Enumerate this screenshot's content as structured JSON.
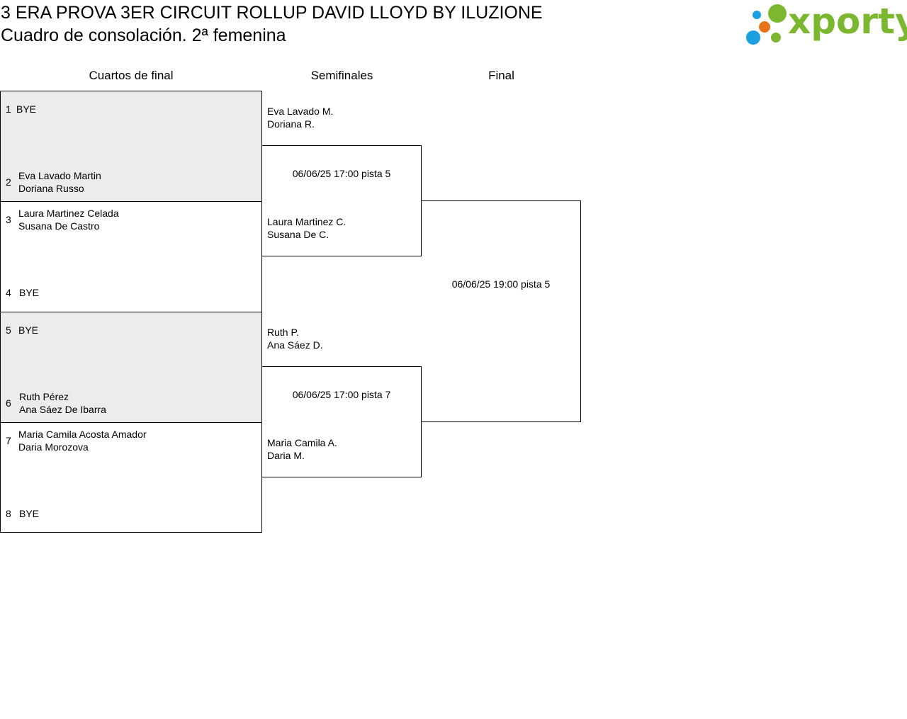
{
  "header": {
    "title": "3 ERA PROVA 3ER CIRCUIT ROLLUP DAVID LLOYD BY ILUZIONE",
    "subtitle": "Cuadro de consolación. 2ª femenina",
    "logo_text": "xporty"
  },
  "rounds": {
    "quarterfinals": "Cuartos de final",
    "semifinals": "Semifinales",
    "final": "Final"
  },
  "quarterfinals": [
    {
      "seed": "1",
      "player1": "BYE",
      "player2": ""
    },
    {
      "seed": "2",
      "player1": "Eva Lavado Martin",
      "player2": "Doriana Russo"
    },
    {
      "seed": "3",
      "player1": "Laura Martinez Celada",
      "player2": "Susana De Castro"
    },
    {
      "seed": "4",
      "player1": "BYE",
      "player2": ""
    },
    {
      "seed": "5",
      "player1": "BYE",
      "player2": ""
    },
    {
      "seed": "6",
      "player1": "Ruth Pérez",
      "player2": "Ana Sáez De Ibarra"
    },
    {
      "seed": "7",
      "player1": "Maria Camila Acosta Amador",
      "player2": "Daria Morozova"
    },
    {
      "seed": "8",
      "player1": "BYE",
      "player2": ""
    }
  ],
  "semifinals": [
    {
      "player1": "Eva Lavado M.",
      "player2": "Doriana R."
    },
    {
      "player1": "Laura Martinez C.",
      "player2": "Susana De C."
    },
    {
      "player1": "Ruth P.",
      "player2": "Ana Sáez D."
    },
    {
      "player1": "Maria Camila A.",
      "player2": "Daria M."
    }
  ],
  "schedule": {
    "semifinal_1": "06/06/25 17:00 pista 5",
    "semifinal_2": "06/06/25 17:00 pista 7",
    "final": "06/06/25 19:00 pista 5"
  },
  "colors": {
    "shaded_box": "#ececec",
    "logo_green": "#7cb82f",
    "logo_blue": "#1a9fe0",
    "logo_orange": "#e8741a"
  }
}
